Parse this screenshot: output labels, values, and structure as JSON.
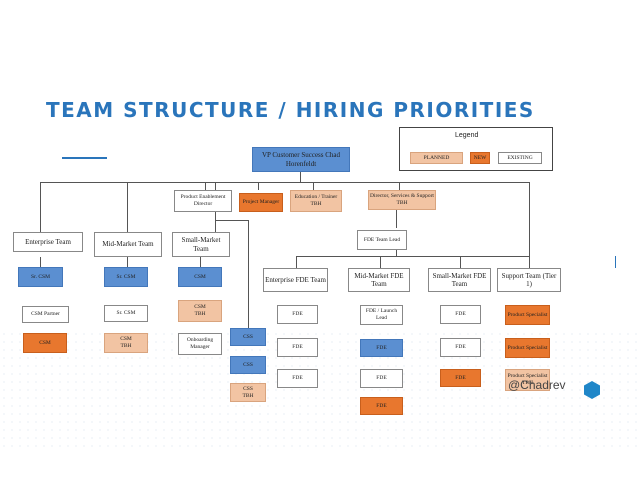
{
  "title": "TEAM STRUCTURE / HIRING PRIORITIES",
  "legend": {
    "title": "Legend",
    "planned": "PLANNED",
    "new": "NEW",
    "existing": "EXISTING"
  },
  "watermark": "@Chadrev",
  "colors": {
    "existing": "#5b8fd1",
    "new": "#e8772e",
    "planned": "#f2c4a3",
    "title": "#2a75bb"
  },
  "nodes": {
    "vp": "VP Customer Success Chad Horenfeldt",
    "enablement": "Product Enablement Director",
    "pm": "Project Manager",
    "education": "Education / Trainer",
    "education_tbh": "TBH",
    "director_services": "Director, Services & Support",
    "director_services_tbh": "TBH",
    "enterprise_team": "Enterprise Team",
    "midmarket_team": "Mid-Market Team",
    "smallmarket_team": "Small-Market Team",
    "fde_lead": "FDE Team Lead",
    "ent_fde_team": "Enterprise FDE Team",
    "mm_fde_team": "Mid-Market FDE Team",
    "sm_fde_team": "Small-Market FDE Team",
    "support_team": "Support Team (Tier 1)",
    "ent_sr_csm": "Sr. CSM",
    "ent_csm_partner": "CSM Partner",
    "ent_csm_new": "CSM",
    "mm_sr_csm": "Sr. CSM",
    "mm_sr_csm2": "Sr. CSM",
    "mm_csm_planned": "CSM",
    "mm_csm_planned_tbh": "TBH",
    "sm_csm": "CSM",
    "sm_csm_planned": "CSM",
    "sm_csm_planned_tbh": "TBH",
    "onboarding": "Onboarding Manager",
    "css1": "CSS",
    "css2": "CSS",
    "css3": "CSS",
    "css3_tbh": "TBH",
    "ent_fde1": "FDE",
    "ent_fde2": "FDE",
    "ent_fde3": "FDE",
    "mm_fde_lead": "FDE / Launch Lead",
    "mm_fde2": "FDE",
    "mm_fde3": "FDE",
    "mm_fde4": "FDE",
    "sm_fde1": "FDE",
    "sm_fde2": "FDE",
    "sm_fde3": "FDE",
    "ps1": "Product Specialist",
    "ps2": "Product Specialist",
    "ps3": "Product Specialist",
    "ps3_tbh": "TBH"
  }
}
